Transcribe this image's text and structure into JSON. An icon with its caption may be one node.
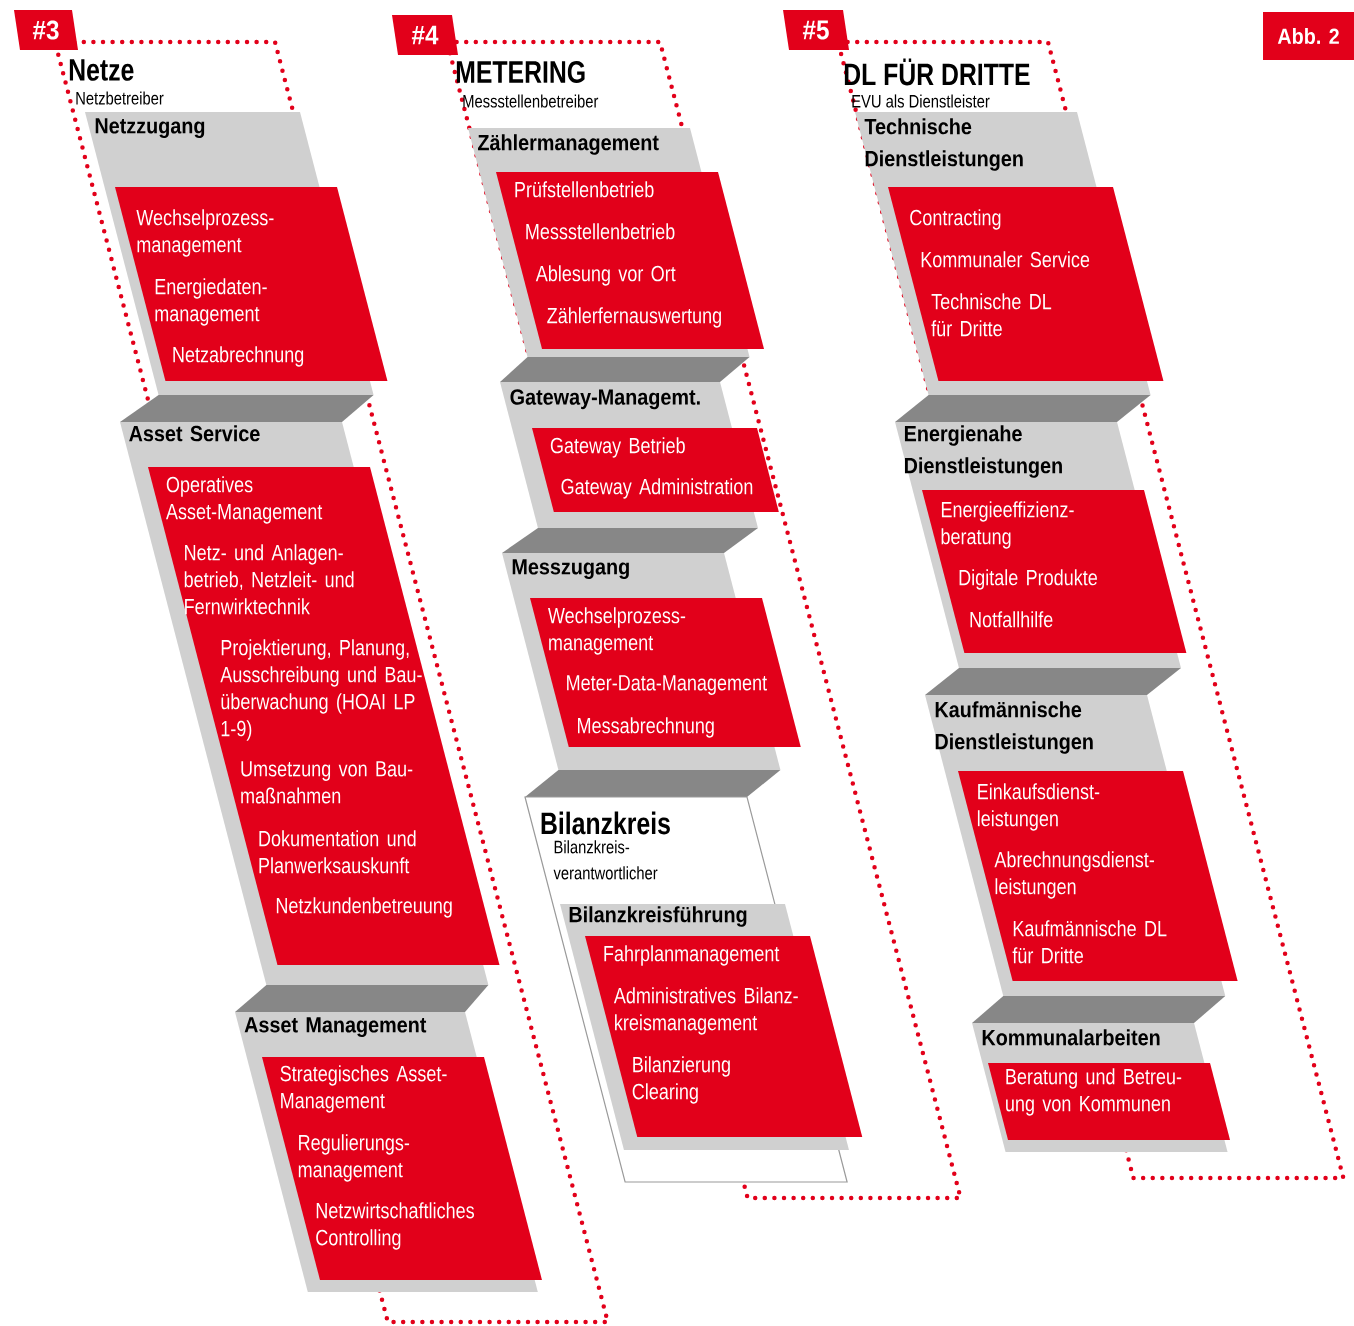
{
  "diagram": {
    "nodes": [
      {
        "text": [
          "#3"
        ]
      },
      {
        "text": [
          "Netze",
          "Netzbetreiber"
        ]
      },
      {
        "text": [
          "Netzzugang"
        ],
        "in": 1
      },
      {
        "text": [
          "Wechselprozess- management",
          "Energiedaten- management",
          "Netzabrechnung"
        ],
        "in": 2
      },
      {
        "text": [
          "Asset Service"
        ],
        "in": 1
      },
      {
        "text": [
          "Operatives Asset-Management",
          "Netz- und Anlagen- betrieb, Netzleit- und Fernwirktechnik",
          "Projektierung, Planung, Ausschreibung und Bau- überwachung (HOAI LP 1-9)",
          "Umsetzung von Bau- maßnahmen",
          "Dokumentation und Planwerksauskunft",
          "Netzkundenbetreuung"
        ],
        "in": 4
      },
      {
        "text": [
          "Asset Management"
        ],
        "in": 1
      },
      {
        "text": [
          "Strategisches Asset- Management",
          "Regulierungs- management",
          "Netzwirtschaftliches Controlling"
        ],
        "in": 6
      },
      {
        "text": [
          "#4"
        ]
      },
      {
        "text": [
          "METERING",
          "Messstellenbetreiber"
        ]
      },
      {
        "text": [
          "Zählermanagement"
        ],
        "in": 9
      },
      {
        "text": [
          "Prüfstellenbetrieb",
          "Messstellenbetrieb",
          "Ablesung vor Ort",
          "Zählerfernauswertung"
        ],
        "in": 10
      },
      {
        "text": [
          "Gateway-Managemt."
        ],
        "in": 9
      },
      {
        "text": [
          "Gateway Betrieb",
          "Gateway Administration"
        ],
        "in": 9
      },
      {
        "text": [
          "Messzugang"
        ],
        "in": 9
      },
      {
        "text": [
          "Wechselprozess- management",
          "Meter-Data-Management",
          "Messabrechnung"
        ],
        "in": 9
      },
      {
        "text": [
          "Bilanzkreis",
          "Bilanzkreis- verantwortlicher"
        ]
      },
      {
        "text": [
          "Bilanzkreisführung"
        ],
        "in": 16
      },
      {
        "text": [
          "Fahrplanmanagement",
          "Administratives Bilanz- kreismanagement",
          "Bilanzierung Clearing"
        ],
        "in": 17
      },
      {
        "text": [
          "#5"
        ]
      },
      {
        "text": [
          "DL FÜR DRITTE",
          "EVU als Dienstleister"
        ]
      },
      {
        "text": [
          "Technische Dienstleistungen"
        ],
        "in": 20
      },
      {
        "text": [
          "Contracting",
          "Kommunaler Service",
          "Technische DL für Dritte"
        ],
        "in": 21
      },
      {
        "text": [
          "Energienahe Dienstleistungen"
        ],
        "in": 20
      },
      {
        "text": [
          "Energieeffizienz- beratung",
          "Digitale Produkte",
          "Notfallhilfe"
        ],
        "in": 23
      },
      {
        "text": [
          "Kaufmännische Dienstleistungen"
        ],
        "in": 20
      },
      {
        "text": [
          "Einkaufsdienst- leistungen",
          "Abrechnungsdienst- leistungen",
          "Kaufmännische DL für Dritte"
        ],
        "in": 25
      },
      {
        "text": [
          "Kommunalarbeiten"
        ]
      },
      {
        "text": [
          "Beratung und Betreu- ung von Kommunen"
        ],
        "in": 27
      },
      {
        "text": [
          "Abb. 2"
        ]
      }
    ]
  }
}
